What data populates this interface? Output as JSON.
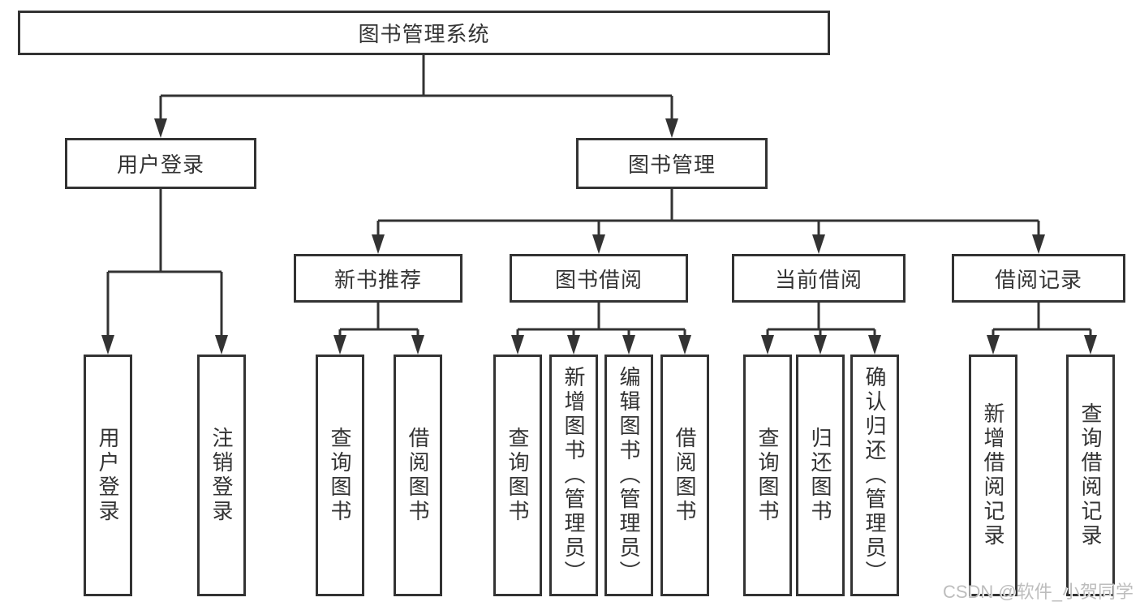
{
  "diagram": {
    "root": {
      "label": "图书管理系统"
    },
    "branches": [
      {
        "label": "用户登录",
        "children": [
          {
            "label": "用户登录"
          },
          {
            "label": "注销登录"
          }
        ]
      },
      {
        "label": "图书管理",
        "children": [
          {
            "label": "新书推荐",
            "children": [
              {
                "label": "查询图书"
              },
              {
                "label": "借阅图书"
              }
            ]
          },
          {
            "label": "图书借阅",
            "children": [
              {
                "label": "查询图书"
              },
              {
                "label": "新增图书（管理员）"
              },
              {
                "label": "编辑图书（管理员）"
              },
              {
                "label": "借阅图书"
              }
            ]
          },
          {
            "label": "当前借阅",
            "children": [
              {
                "label": "查询图书"
              },
              {
                "label": "归还图书"
              },
              {
                "label": "确认归还（管理员）"
              }
            ]
          },
          {
            "label": "借阅记录",
            "children": [
              {
                "label": "新增借阅记录"
              },
              {
                "label": "查询借阅记录"
              }
            ]
          }
        ]
      }
    ]
  },
  "watermark": {
    "text": "CSDN @软件_小贺同学"
  },
  "colors": {
    "line": "#333333",
    "text": "#333333",
    "box_background": "#ffffff",
    "page_background": "#ffffff",
    "watermark": "#bdbdbd"
  }
}
